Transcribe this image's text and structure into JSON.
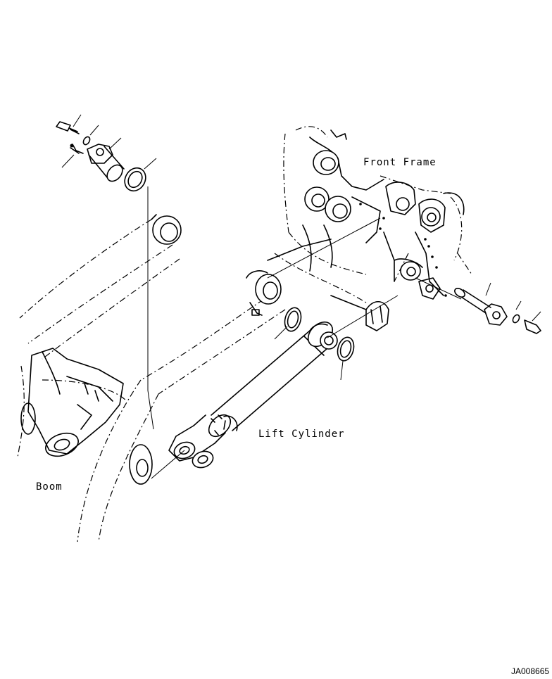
{
  "labels": {
    "front_frame": "Front Frame",
    "lift_cylinder": "Lift Cylinder",
    "boom": "Boom"
  },
  "figure_ref": "JA008665"
}
